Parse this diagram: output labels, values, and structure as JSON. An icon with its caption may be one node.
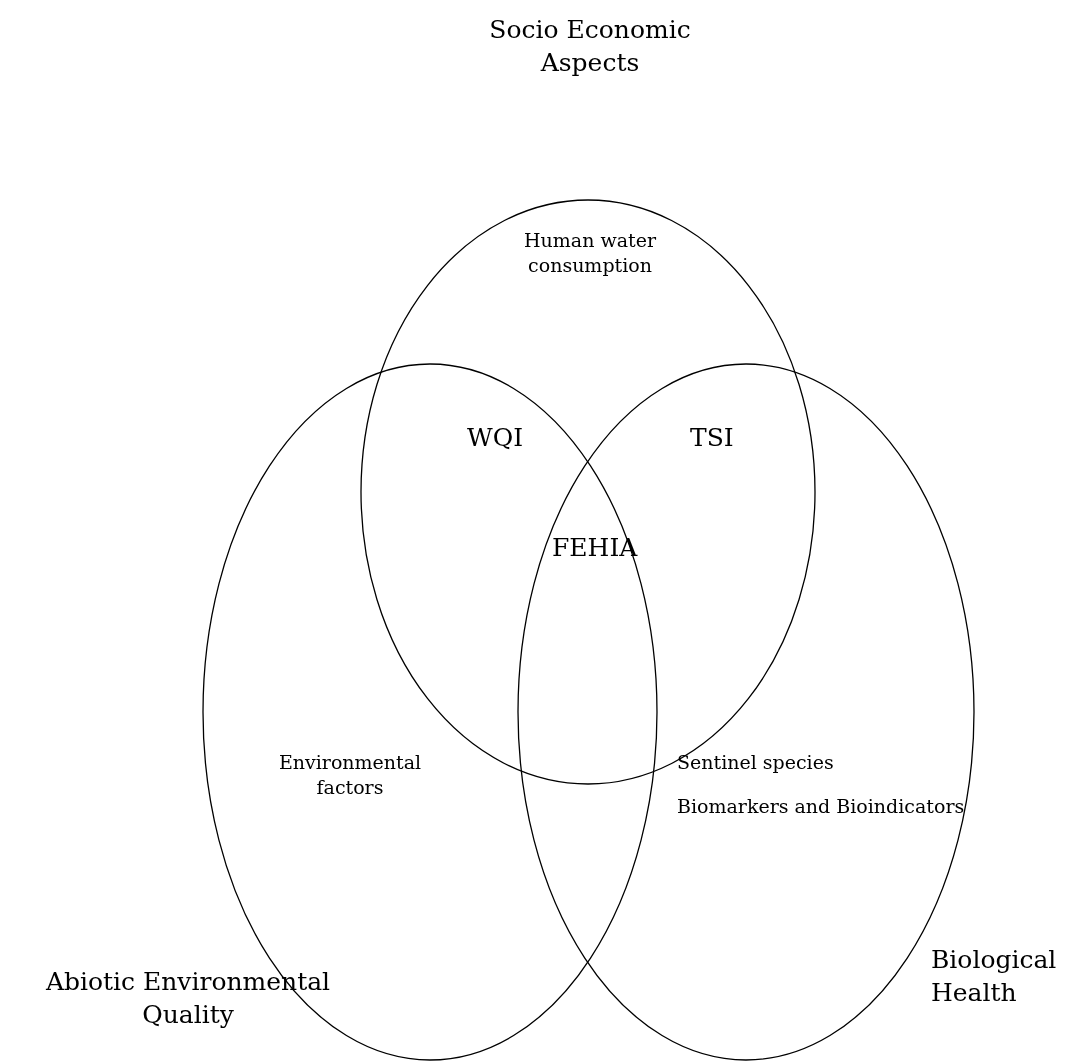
{
  "diagram": {
    "nodes": [
      {
        "text": [
          "Socio Economic Aspects",
          "Human water consumption"
        ]
      },
      {
        "text": [
          "Environmental factors",
          "Abiotic Environmental Quality"
        ]
      },
      {
        "text": [
          "Sentinel species",
          "Biomarkers and Bioindicators",
          "Biological Health"
        ]
      }
    ],
    "labels": [
      "WQI",
      "TSI",
      "FEHIA"
    ]
  }
}
